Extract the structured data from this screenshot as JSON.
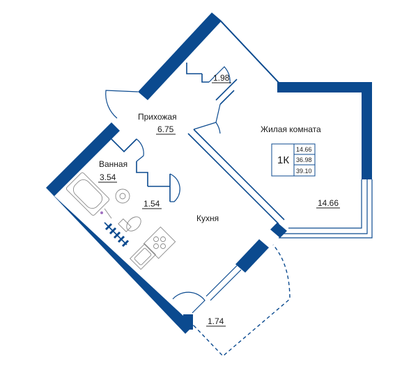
{
  "rooms": {
    "hallway": {
      "name": "Прихожая",
      "area": "6.75"
    },
    "living": {
      "name": "Жилая комната",
      "area": "14.66"
    },
    "bathroom": {
      "name": "Ванная",
      "area": "3.54"
    },
    "kitchen": {
      "name": "Кухня"
    },
    "wc_area": "1.54",
    "closet_area": "1.98",
    "balcony_area": "1.74"
  },
  "summary": {
    "type": "1К",
    "living_area": "14.66",
    "total_area": "36.98",
    "total_with_balcony": "39.10"
  },
  "colors": {
    "wall": "#0b4a8f",
    "text": "#1a1a1a"
  }
}
